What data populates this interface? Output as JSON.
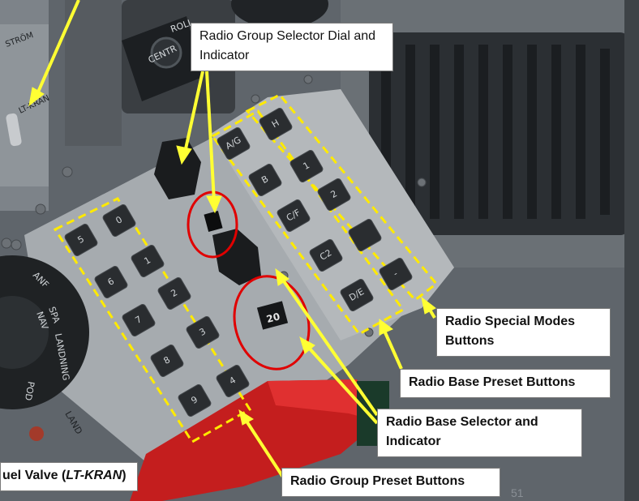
{
  "callouts": {
    "group_selector": "Radio Group Selector Dial and Indicator",
    "special_modes": "Radio Special Modes Buttons",
    "base_preset": "Radio Base Preset Buttons",
    "base_selector": "Radio Base Selector and Indicator",
    "group_preset": "Radio Group Preset Buttons",
    "fuel_valve_prefix": "uel Valve (",
    "fuel_valve_italic": "LT-KRAN",
    "fuel_valve_suffix": ")"
  },
  "group_buttons": [
    "0",
    "1",
    "2",
    "3",
    "4",
    "5",
    "6",
    "7",
    "8",
    "9"
  ],
  "base_buttons": [
    "A/G",
    "B",
    "C/F",
    "C2",
    "D/E"
  ],
  "special_buttons": [
    "H",
    "1",
    "2",
    "",
    "-"
  ],
  "base_indicator": "20",
  "panel_labels": {
    "roll": "ROLL",
    "centr": "CENTR",
    "strom": "STRÖM",
    "lt_kran": "LT-KRAN",
    "anf": "ANF",
    "spa": "SPA",
    "nav": "NAV",
    "landning": "LANDNING",
    "land": "LAND",
    "pod": "POD"
  },
  "page_number": "51",
  "colors": {
    "highlight_yellow": "#ffea00",
    "arrow_yellow": "#ffff33",
    "circle_red": "#e00000",
    "panel_grey": "#a8adb1",
    "key_dark": "#2a2d30"
  }
}
